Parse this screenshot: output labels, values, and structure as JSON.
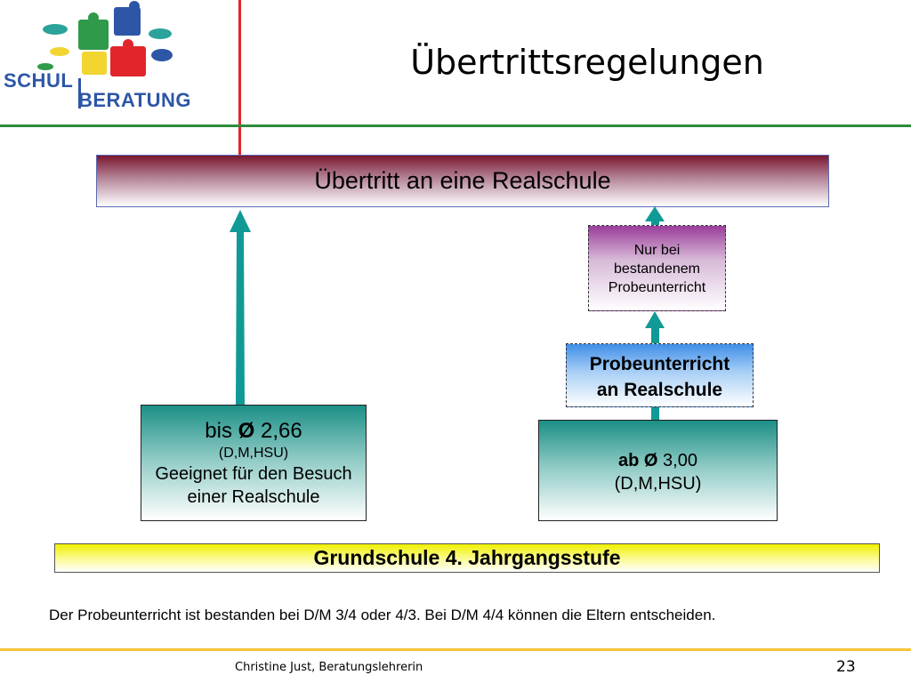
{
  "logo": {
    "line1": "SCHUL",
    "line2": "BERATUNG",
    "colors": {
      "text": "#2d56a6",
      "green": "#2e9a4a",
      "blue": "#2d56a6",
      "yellow": "#f2d530",
      "red": "#e0262b",
      "teal": "#2ba39a"
    }
  },
  "title": "Übertrittsregelungen",
  "diagram": {
    "target": "Übertritt an eine Realschule",
    "condition": [
      "Nur bei",
      "bestandenem",
      "Probeunterricht"
    ],
    "probe": [
      "Probeunterricht",
      "an Realschule"
    ],
    "left": {
      "prefix": "bis ",
      "symbol": "Ø",
      "value": " 2,66",
      "subjects": "(D,M,HSU)",
      "desc1": "Geeignet für den Besuch",
      "desc2": "einer Realschule"
    },
    "right": {
      "prefix": "ab Ø",
      "value": " 3,00",
      "subjects": "(D,M,HSU)"
    },
    "base": "Grundschule 4. Jahrgangsstufe"
  },
  "note": "Der Probeunterricht ist bestanden bei D/M 3/4 oder 4/3. Bei D/M 4/4 können die Eltern entscheiden.",
  "footer": {
    "author": "Christine Just, Beratungslehrerin",
    "page": "23"
  },
  "colors": {
    "arrow": "#119a95",
    "red_rule": "#e0262b",
    "green_rule": "#2e8b3c",
    "yellow_rule": "#f4c43a"
  }
}
